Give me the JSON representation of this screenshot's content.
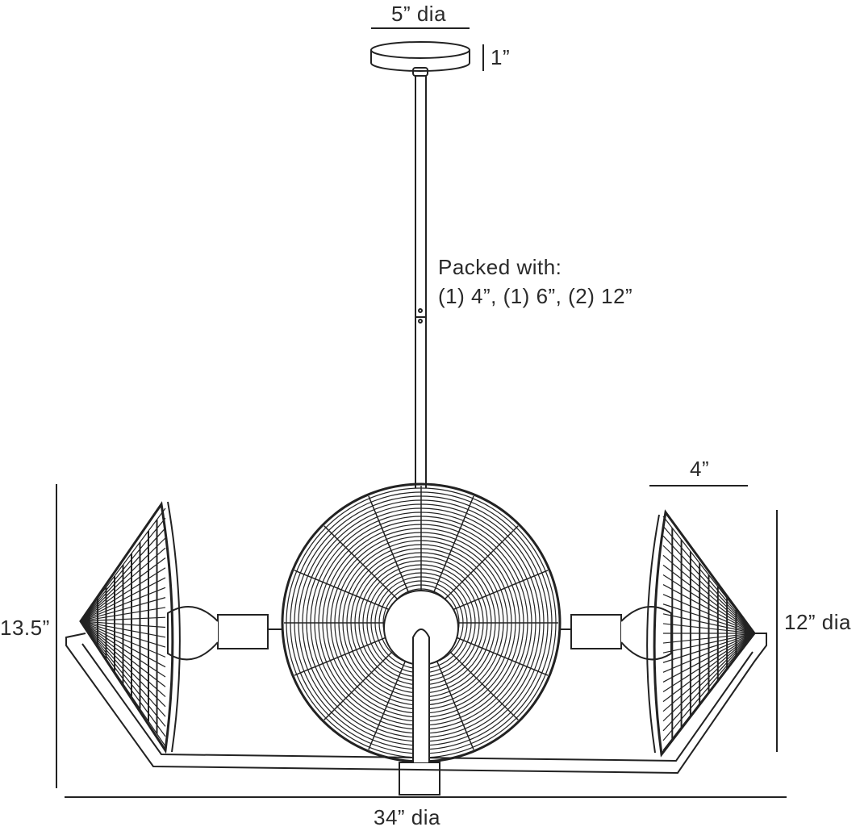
{
  "dimensions": {
    "canopy_diameter": "5” dia",
    "canopy_height": "1”",
    "packed_with_title": "Packed with:",
    "packed_with_rods": "(1) 4”, (1) 6”, (2) 12”",
    "shade_depth": "4”",
    "shade_diameter": "12” dia",
    "overall_height": "13.5”",
    "overall_diameter": "34” dia"
  },
  "colors": {
    "line": "#222222",
    "background": "#ffffff"
  }
}
